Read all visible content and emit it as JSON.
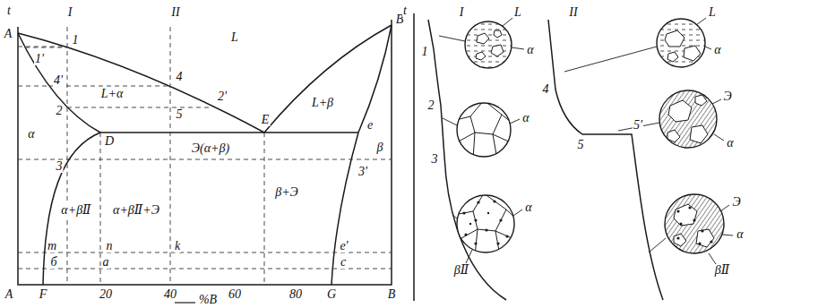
{
  "diagram": {
    "labels": [
      "t",
      "A",
      "I",
      "1",
      "II",
      "L",
      "B",
      "L+α",
      "1'",
      "4'",
      "4",
      "2'",
      "2",
      "5",
      "E",
      "L+β",
      "e",
      "β",
      "α",
      "3",
      "D",
      "Э(α+β)",
      "3'",
      "α+βⅡ",
      "α+βⅡ+Э",
      "β+Э",
      "m",
      "n",
      "k",
      "e'",
      "б",
      "a",
      "c",
      "A",
      "F",
      "20",
      "40",
      "60",
      "80",
      "G",
      "B",
      "%B",
      "t",
      "I",
      "II",
      "L",
      "α",
      "1",
      "2",
      "3",
      "α",
      "4",
      "5",
      "5'",
      "α",
      "βⅡ",
      "L",
      "α",
      "Э",
      "α",
      "Э",
      "α",
      "βⅡ"
    ]
  }
}
